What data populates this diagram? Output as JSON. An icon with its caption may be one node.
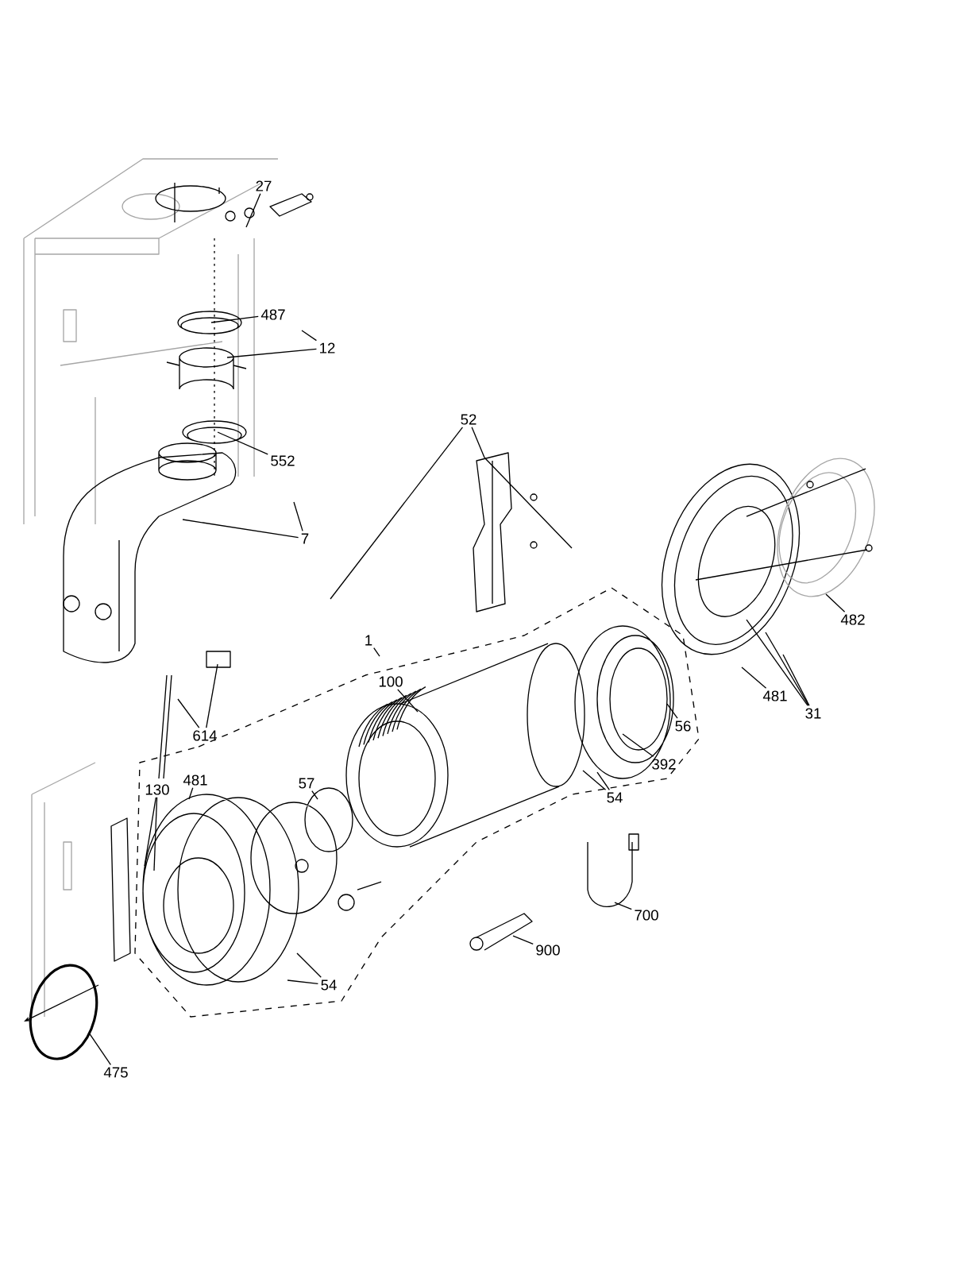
{
  "diagram": {
    "nodes": [
      {
        "text": [
          "27"
        ]
      },
      {
        "text": [
          "487"
        ]
      },
      {
        "text": [
          "12"
        ]
      },
      {
        "text": [
          "552"
        ]
      },
      {
        "text": [
          "7"
        ]
      },
      {
        "text": [
          "52"
        ]
      },
      {
        "text": [
          "1"
        ]
      },
      {
        "text": [
          "100"
        ]
      },
      {
        "text": [
          "614"
        ]
      },
      {
        "text": [
          "482"
        ]
      },
      {
        "text": [
          "481"
        ]
      },
      {
        "text": [
          "31"
        ]
      },
      {
        "text": [
          "56"
        ]
      },
      {
        "text": [
          "392"
        ]
      },
      {
        "text": [
          "54"
        ]
      },
      {
        "text": [
          "130"
        ]
      },
      {
        "text": [
          "481"
        ]
      },
      {
        "text": [
          "57"
        ]
      },
      {
        "text": [
          "700"
        ]
      },
      {
        "text": [
          "900"
        ]
      },
      {
        "text": [
          "54"
        ]
      },
      {
        "text": [
          "475"
        ]
      }
    ],
    "edges": [
      {
        "from": 0,
        "to": null,
        "arrow": "none"
      },
      {
        "from": 1,
        "to": null,
        "arrow": "none"
      },
      {
        "from": 2,
        "to": null,
        "arrow": "none"
      },
      {
        "from": 2,
        "to": null,
        "arrow": "none"
      },
      {
        "from": 3,
        "to": null,
        "arrow": "none"
      },
      {
        "from": 4,
        "to": null,
        "arrow": "none"
      },
      {
        "from": 4,
        "to": null,
        "arrow": "none"
      },
      {
        "from": 5,
        "to": null,
        "arrow": "none"
      },
      {
        "from": 5,
        "to": null,
        "arrow": "none"
      },
      {
        "from": 6,
        "to": null,
        "arrow": "none"
      },
      {
        "from": 7,
        "to": null,
        "arrow": "none"
      },
      {
        "from": 8,
        "to": null,
        "arrow": "none"
      },
      {
        "from": 8,
        "to": null,
        "arrow": "none"
      },
      {
        "from": 9,
        "to": null,
        "arrow": "none"
      },
      {
        "from": 10,
        "to": null,
        "arrow": "none"
      },
      {
        "from": 11,
        "to": null,
        "arrow": "none"
      },
      {
        "from": 11,
        "to": null,
        "arrow": "none"
      },
      {
        "from": 11,
        "to": null,
        "arrow": "none"
      },
      {
        "from": 12,
        "to": null,
        "arrow": "none"
      },
      {
        "from": 13,
        "to": null,
        "arrow": "none"
      },
      {
        "from": 14,
        "to": null,
        "arrow": "none"
      },
      {
        "from": 14,
        "to": null,
        "arrow": "none"
      },
      {
        "from": 15,
        "to": null,
        "arrow": "none"
      },
      {
        "from": 15,
        "to": null,
        "arrow": "none"
      },
      {
        "from": 16,
        "to": null,
        "arrow": "none"
      },
      {
        "from": 17,
        "to": null,
        "arrow": "none"
      },
      {
        "from": 18,
        "to": null,
        "arrow": "none"
      },
      {
        "from": 19,
        "to": null,
        "arrow": "none"
      },
      {
        "from": 20,
        "to": null,
        "arrow": "none"
      },
      {
        "from": 20,
        "to": null,
        "arrow": "none"
      },
      {
        "from": 21,
        "to": null,
        "arrow": "none"
      }
    ]
  }
}
